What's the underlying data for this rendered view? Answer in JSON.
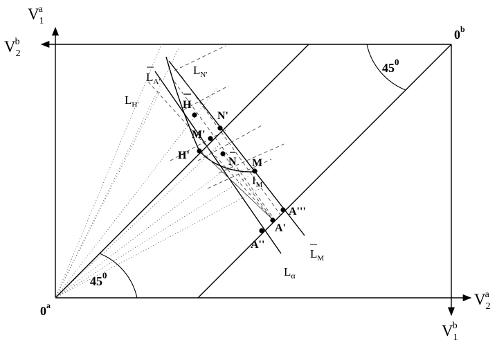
{
  "axes": {
    "origin_a": "0",
    "origin_a_sup": "a",
    "origin_b": "0",
    "origin_b_sup": "b",
    "v1a_base": "V",
    "v1a_sub": "1",
    "v1a_sup": "a",
    "v2b_base": "V",
    "v2b_sub": "2",
    "v2b_sup": "b",
    "v2a_base": "V",
    "v2a_sub": "2",
    "v2a_sup": "a",
    "v1b_base": "V",
    "v1b_sub": "1",
    "v1b_sup": "b"
  },
  "angles": {
    "lower_left": "45",
    "lower_left_sup": "0",
    "upper_right": "45",
    "upper_right_sup": "0"
  },
  "points": {
    "H_bar": "H",
    "N_prime": "N'",
    "M_prime": "M'",
    "H_prime": "H'",
    "N_bar": "N",
    "M": "M",
    "A_prime": "A'",
    "A_double": "A''",
    "A_triple": "A'''"
  },
  "lines": {
    "L_A_base": "L",
    "L_A_sub": "A'",
    "L_N_base": "L",
    "L_N_sub": "N'",
    "L_H_base": "L",
    "L_H_sub": "H'",
    "I_M_base": "I",
    "I_M_sub": "M",
    "L_M_base": "L",
    "L_M_sub": "M",
    "L_alpha_base": "L",
    "L_alpha_sub": "α"
  }
}
